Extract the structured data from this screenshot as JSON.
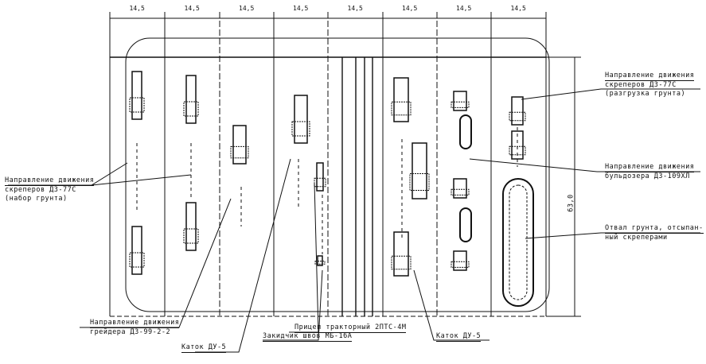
{
  "dimensions": {
    "column_widths": [
      "14,5",
      "14,5",
      "14,5",
      "14,5",
      "14,5",
      "14,5",
      "14,5",
      "14,5"
    ],
    "height": "63,0"
  },
  "labels": {
    "scraper_loading": {
      "line1": "Направление движения",
      "line2": "скреперов ДЗ-77С",
      "line3": "(набор грунта)"
    },
    "grader": {
      "line1": "Направление движения",
      "line2": "грейдера ДЗ-99-2-2"
    },
    "roller_left": "Каток ДУ-5",
    "tractor_trailer": "Прицеп тракторный 2ПТС-4М",
    "tamper": "Закидчик швов МБ-16А",
    "roller_right": "Каток ДУ-5",
    "scraper_unloading": {
      "line1": "Направление движения",
      "line2": "скреперов ДЗ-77С",
      "line3": "(разгрузка грунта)"
    },
    "bulldozer": {
      "line1": "Направление движения",
      "line2": "бульдозера ДЗ-109ХЛ"
    },
    "spoil": {
      "line1": "Отвал грунта, отсыпан-",
      "line2": "ный скреперами"
    }
  }
}
